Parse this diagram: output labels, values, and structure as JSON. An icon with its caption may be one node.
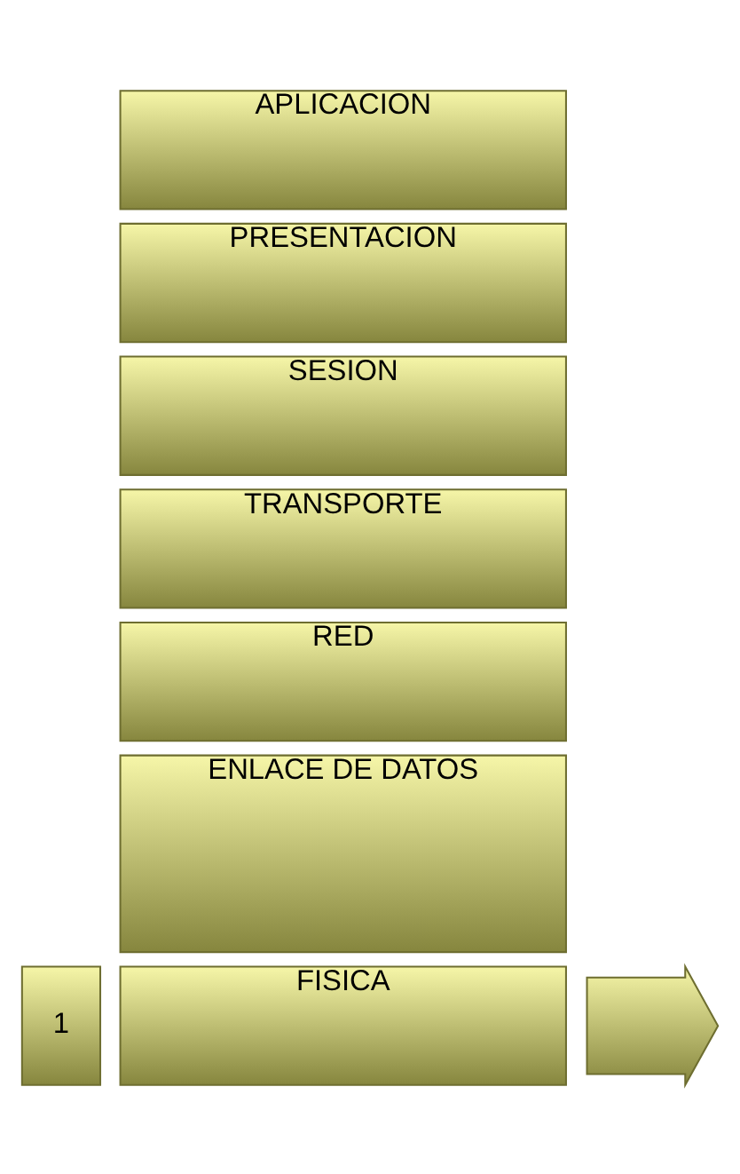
{
  "diagram": {
    "nodes": [
      {
        "text": [
          "APLICACION"
        ]
      },
      {
        "text": [
          "PRESENTACION"
        ]
      },
      {
        "text": [
          "SESION"
        ]
      },
      {
        "text": [
          "TRANSPORTE"
        ]
      },
      {
        "text": [
          "RED"
        ]
      },
      {
        "text": [
          "ENLACE DE DATOS"
        ]
      },
      {
        "text": [
          "FISICA"
        ]
      },
      {
        "text": [
          "1"
        ]
      },
      {
        "text": [],
        "shape": "chevron"
      }
    ]
  }
}
